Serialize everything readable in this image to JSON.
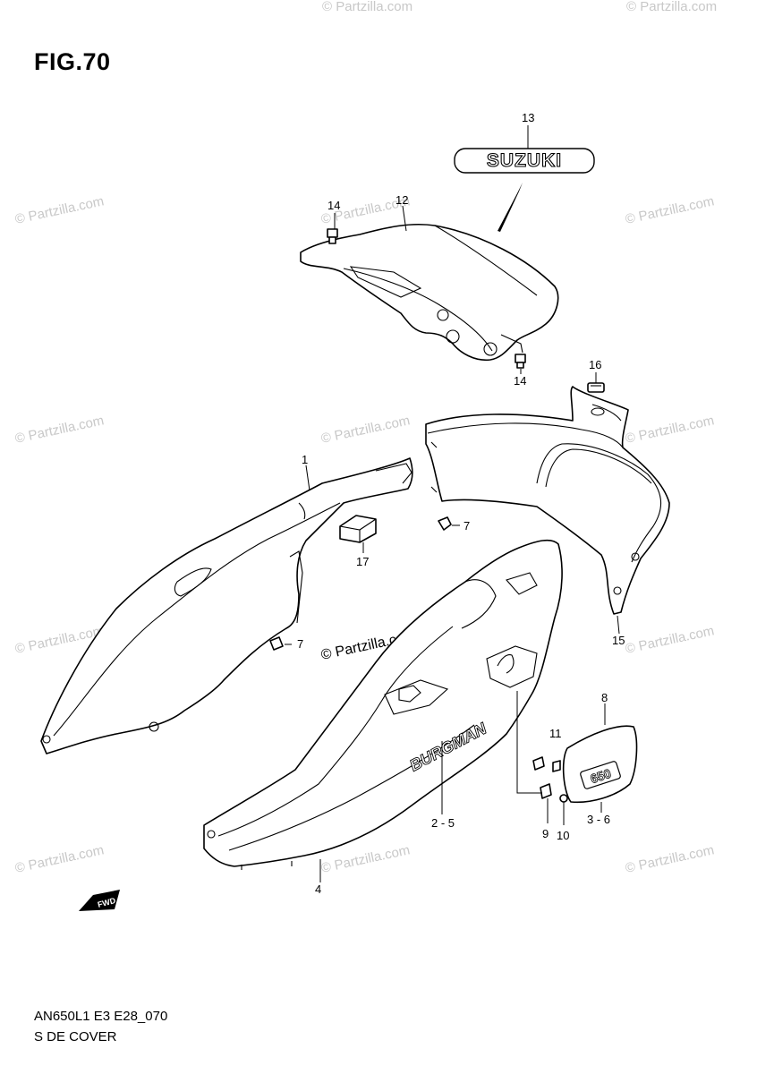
{
  "figure": {
    "title": "FIG.70",
    "code": "AN650L1 E3 E28_070",
    "name": "S DE COVER"
  },
  "brand": {
    "logo_text": "SUZUKI",
    "model_badge": "BURGMAN",
    "engine_badge": "650",
    "forward_arrow": "FWD"
  },
  "watermark": {
    "text": "© Partzilla.com"
  },
  "callouts": [
    {
      "id": "c1",
      "text": "1"
    },
    {
      "id": "c2",
      "text": "2 - 5"
    },
    {
      "id": "c3",
      "text": "3 - 6"
    },
    {
      "id": "c4",
      "text": "4"
    },
    {
      "id": "c7a",
      "text": "7"
    },
    {
      "id": "c7b",
      "text": "7"
    },
    {
      "id": "c8",
      "text": "8"
    },
    {
      "id": "c9",
      "text": "9"
    },
    {
      "id": "c10",
      "text": "10"
    },
    {
      "id": "c11",
      "text": "11"
    },
    {
      "id": "c12",
      "text": "12"
    },
    {
      "id": "c13",
      "text": "13"
    },
    {
      "id": "c14a",
      "text": "14"
    },
    {
      "id": "c14b",
      "text": "14"
    },
    {
      "id": "c15",
      "text": "15"
    },
    {
      "id": "c16",
      "text": "16"
    },
    {
      "id": "c17",
      "text": "17"
    }
  ],
  "colors": {
    "line": "#000000",
    "background": "#ffffff",
    "watermark": "#c8c8c8"
  }
}
